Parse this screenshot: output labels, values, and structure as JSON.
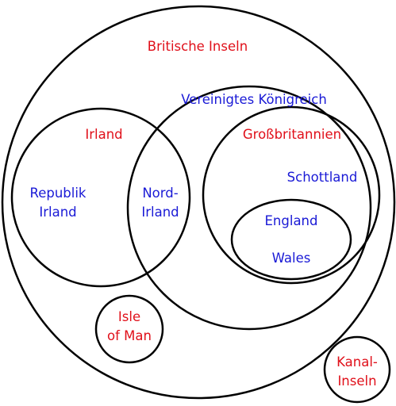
{
  "colors": {
    "region_label": "#e0101a",
    "state_label": "#1a1ad6",
    "outline": "#000000"
  },
  "labels": {
    "britische_inseln": "Britische Inseln",
    "vereinigtes_koenigreich": "Vereinigtes Königreich",
    "irland": "Irland",
    "grossbritannien": "Großbritannien",
    "schottland": "Schottland",
    "republik_line1": "Republik",
    "republik_line2": "Irland",
    "nord_line1": "Nord-",
    "nord_line2": "Irland",
    "england": "England",
    "wales": "Wales",
    "isle_line1": "Isle",
    "isle_line2": "of Man",
    "kanal_line1": "Kanal-",
    "kanal_line2": "Inseln"
  }
}
